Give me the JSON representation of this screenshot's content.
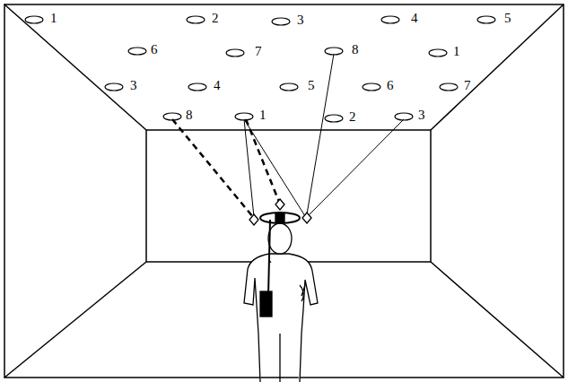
{
  "diagram": {
    "labels": [
      "1",
      "2",
      "3",
      "4",
      "5",
      "6",
      "7",
      "8",
      "1",
      "3",
      "4",
      "5",
      "6",
      "7",
      "8",
      "1",
      "2",
      "3"
    ]
  }
}
